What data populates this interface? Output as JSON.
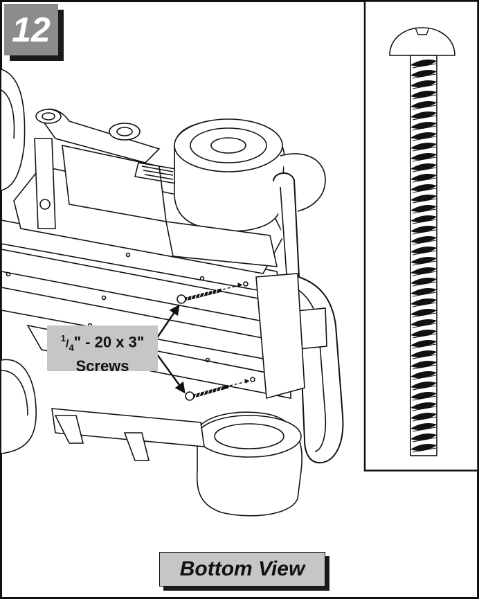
{
  "step": {
    "number": "12"
  },
  "callout": {
    "line1_fraction_num": "1",
    "line1_fraction_den": "4",
    "line1_rest": "\" - 20 x 3\"",
    "line2": "Screws"
  },
  "view_label": "Bottom View",
  "colors": {
    "ink": "#111111",
    "badge_gray": "#8c8c8c",
    "label_gray": "#c6c6c6"
  }
}
